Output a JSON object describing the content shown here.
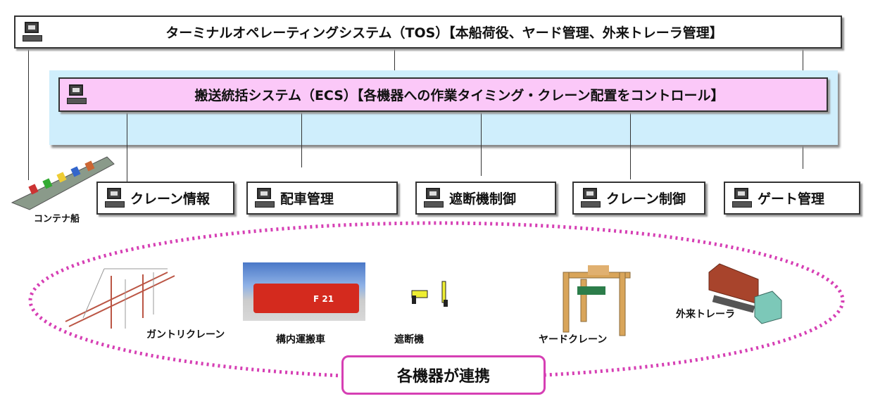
{
  "tos": {
    "label": "ターミナルオペレーティングシステム（TOS）【本船荷役、ヤード管理、外来トレーラ管理】"
  },
  "ecs": {
    "label": "搬送統括システム（ECS）【各機器への作業タイミング・クレーン配置をコントロール】"
  },
  "subsystems": [
    {
      "label": "クレーン情報"
    },
    {
      "label": "配車管理"
    },
    {
      "label": "遮断機制御"
    },
    {
      "label": "クレーン制御"
    },
    {
      "label": "ゲート管理"
    }
  ],
  "ship": {
    "label": "コンテナ船"
  },
  "equipment": [
    {
      "label": "ガントリクレーン"
    },
    {
      "label": "構内運搬車"
    },
    {
      "label": "遮断機"
    },
    {
      "label": "ヤードクレーン"
    },
    {
      "label": "外来トレーラ"
    }
  ],
  "vehicle_plate": "F 21",
  "linkage": {
    "label": "各機器が連携"
  },
  "colors": {
    "ecs_fill": "#fbc8f8",
    "panel": "#cfeefc",
    "ellipse": "#d63fb4",
    "link_border": "#d63fb4"
  }
}
